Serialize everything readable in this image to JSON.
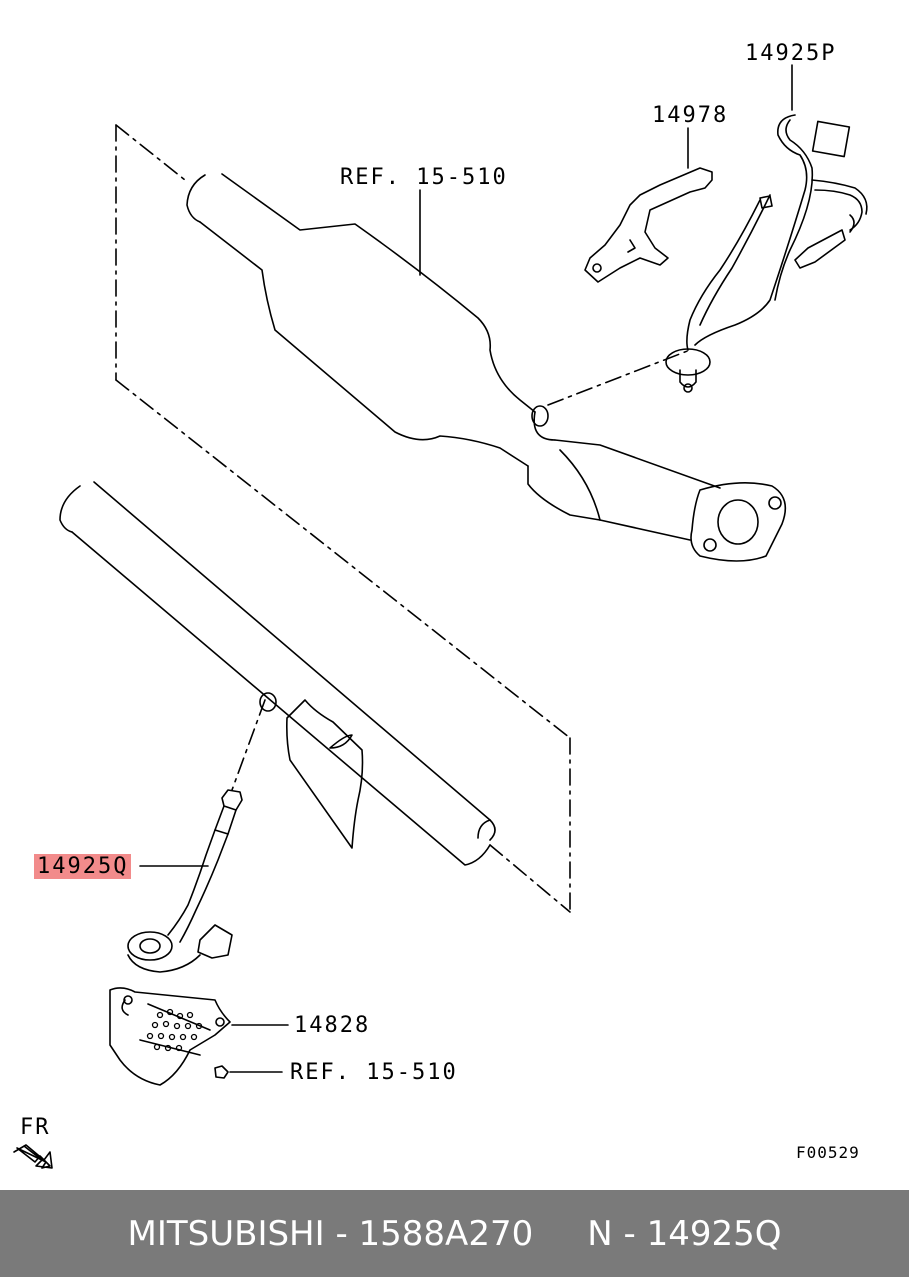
{
  "labels": {
    "part_14925P": "14925P",
    "part_14978": "14978",
    "ref_top": "REF. 15-510",
    "part_14925Q": "14925Q",
    "part_14828": "14828",
    "ref_bottom": "REF. 15-510",
    "fr": "FR",
    "figure_code": "F00529"
  },
  "footer": {
    "text": "MITSUBISHI - 1588A270     N - 14925Q"
  },
  "colors": {
    "highlight": "#f28b8b",
    "footer_bg": "#7a7a7a",
    "footer_text": "#ffffff"
  }
}
